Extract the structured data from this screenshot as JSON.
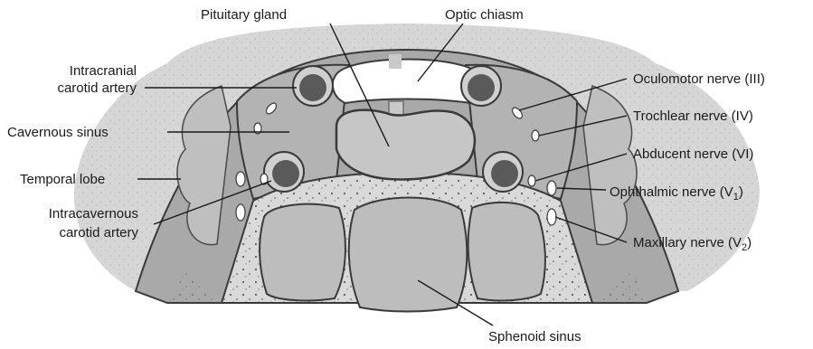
{
  "labels": {
    "pituitary_gland": "Pituitary gland",
    "optic_chiasm": "Optic chiasm",
    "intracranial_carotid_line1": "Intracranial",
    "intracranial_carotid_line2": "carotid artery",
    "cavernous_sinus": "Cavernous sinus",
    "temporal_lobe": "Temporal lobe",
    "intracavernous_carotid_line1": "Intracavernous",
    "intracavernous_carotid_line2": "carotid artery",
    "oculomotor_nerve": "Oculomotor nerve (III)",
    "trochlear_nerve": "Trochlear nerve (IV)",
    "abducent_nerve": "Abducent nerve (VI)",
    "ophthalmic_nerve": "Ophthalmic nerve (V",
    "ophthalmic_sub": "1",
    "maxillary_nerve": "Maxillary nerve (V",
    "maxillary_sub": "2",
    "close_paren": ")",
    "sphenoid_sinus": "Sphenoid sinus"
  },
  "colors": {
    "background": "#ffffff",
    "brain_tissue": "#cfcfcf",
    "dura": "#a9a9a9",
    "sinus_fill": "#b3b3b3",
    "gland_fill": "#c6c6c6",
    "bone_fill": "#d9d9d9",
    "sphenoid_fill": "#bdbdbd",
    "artery_lumen": "#5a5a5a",
    "outline": "#3a3a3a",
    "text": "#1a1a1a"
  }
}
